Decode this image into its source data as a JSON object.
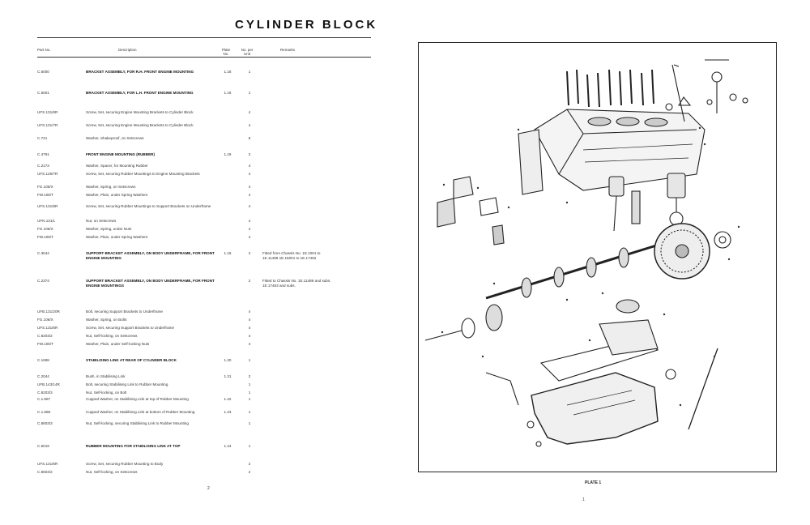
{
  "left_page": {
    "title": "CYLINDER BLOCK",
    "headers": {
      "part_no": "Part No.",
      "description": "Description",
      "plate_no": "Plate No.",
      "no_per_unit": "No. per Unit",
      "remarks": "Remarks"
    },
    "rows": [
      {
        "pn": "C.6000",
        "desc": "BRACKET ASSEMBLY, FOR R.H. FRONT ENGINE MOUNTING",
        "bold": true,
        "pl": "1.18",
        "qty": "1",
        "rem": ""
      },
      {
        "pn": "C.6001",
        "desc": "BRACKET ASSEMBLY, FOR L.H. FRONT ENGINE MOUNTING",
        "bold": true,
        "pl": "1.18",
        "qty": "1",
        "rem": ""
      },
      {
        "pn": "UFS.131/6R",
        "desc": "Screw, Set, securing Engine Mounting Brackets to Cylinder Block",
        "bold": false,
        "pl": "",
        "qty": "4",
        "rem": ""
      },
      {
        "pn": "UFS.131/7R",
        "desc": "Screw, Set, securing Engine Mounting Brackets to Cylinder Block",
        "bold": false,
        "pl": "",
        "qty": "4",
        "rem": ""
      },
      {
        "pn": "C.721",
        "desc": "Washer, Shakeproof, on Setscrews",
        "bold": false,
        "pl": "",
        "qty": "8",
        "rem": ""
      },
      {
        "pn": "C.4791",
        "desc": "FRONT ENGINE MOUNTING (RUBBER)",
        "bold": true,
        "pl": "1.19",
        "qty": "2",
        "rem": ""
      },
      {
        "pn": "C.2173",
        "desc": "Washer, Spacer, for Mounting Rubber",
        "bold": false,
        "pl": "",
        "qty": "4",
        "rem": ""
      },
      {
        "pn": "UFS.126/7R",
        "desc": "Screw, Set, securing Rubber Mountings to Engine Mounting Brackets",
        "bold": false,
        "pl": "",
        "qty": "4",
        "rem": ""
      },
      {
        "pn": "FG.106/X",
        "desc": "Washer, Spring, on Setscrews",
        "bold": false,
        "pl": "",
        "qty": "4",
        "rem": ""
      },
      {
        "pn": "FW.105/T",
        "desc": "Washer, Plain, under Spring Washers",
        "bold": false,
        "pl": "",
        "qty": "4",
        "rem": ""
      },
      {
        "pn": "UFS.131/8R",
        "desc": "Screw, Set, securing Rubber Mountings to Support Brackets on Underframe",
        "bold": false,
        "pl": "",
        "qty": "4",
        "rem": ""
      },
      {
        "pn": "UFN.131/L",
        "desc": "Nut, on Setscrews",
        "bold": false,
        "pl": "",
        "qty": "4",
        "rem": ""
      },
      {
        "pn": "FG.106/X",
        "desc": "Washer, Spring, under Nuts",
        "bold": false,
        "pl": "",
        "qty": "4",
        "rem": ""
      },
      {
        "pn": "FW.105/T",
        "desc": "Washer, Plain, under Spring Washers",
        "bold": false,
        "pl": "",
        "qty": "4",
        "rem": ""
      },
      {
        "pn": "C.3044",
        "desc": "SUPPORT BRACKET ASSEMBLY, ON BODY UNDERFRAME, FOR FRONT ENGINE MOUNTING",
        "bold": true,
        "pl": "1.18",
        "qty": "2",
        "rem": "Fitted from Chassis No. 1E.1001 to 1E.11488 1E.15001 to 1E.17462"
      },
      {
        "pn": "C.2374",
        "desc": "SUPPORT BRACKET ASSEMBLY, ON BODY UNDERFRAME, FOR FRONT ENGINE MOUNTINGS",
        "bold": true,
        "pl": "",
        "qty": "2",
        "rem": "Fitted to Chassis No. 1E.11489 and subs. 1E.17463 and subs."
      },
      {
        "pn": "UFB.131/20R",
        "desc": "Bolt, securing Support Brackets to Underframe",
        "bold": false,
        "pl": "",
        "qty": "4",
        "rem": ""
      },
      {
        "pn": "FG.106/X",
        "desc": "Washer, Spring, on Bolts",
        "bold": false,
        "pl": "",
        "qty": "4",
        "rem": ""
      },
      {
        "pn": "UFS.131/6R",
        "desc": "Screw, Set, securing Support Brackets to Underframe",
        "bold": false,
        "pl": "",
        "qty": "4",
        "rem": ""
      },
      {
        "pn": "C.8203/2",
        "desc": "Nut, Self-locking, on Setscrews",
        "bold": false,
        "pl": "",
        "qty": "4",
        "rem": ""
      },
      {
        "pn": "FW.105/T",
        "desc": "Washer, Plain, under Self-locking Nuts",
        "bold": false,
        "pl": "",
        "qty": "4",
        "rem": ""
      },
      {
        "pn": "C.1698",
        "desc": "STABILISING LINK AT REAR OF CYLINDER BLOCK",
        "bold": true,
        "pl": "1.20",
        "qty": "1",
        "rem": ""
      },
      {
        "pn": "C.2044",
        "desc": "Bush, in Stabilising Link",
        "bold": false,
        "pl": "1.21",
        "qty": "2",
        "rem": ""
      },
      {
        "pn": "UFB.143/14R",
        "desc": "Bolt, securing Stabilising Link to Rubber Mounting",
        "bold": false,
        "pl": "",
        "qty": "1",
        "rem": ""
      },
      {
        "pn": "C.8203/3",
        "desc": "Nut, Self-locking, on Bolt",
        "bold": false,
        "pl": "",
        "qty": "1",
        "rem": ""
      },
      {
        "pn": "C.1.687",
        "desc": "Cupped Washer, on Stabilising Link at top of Rubber Mounting",
        "bold": false,
        "pl": "1.22",
        "qty": "1",
        "rem": ""
      },
      {
        "pn": "C.1.688",
        "desc": "Cupped Washer, on Stabilising Link at bottom of Rubber Mounting",
        "bold": false,
        "pl": "1.23",
        "qty": "1",
        "rem": ""
      },
      {
        "pn": "C.8603/3",
        "desc": "Nut, Self-locking, securing Stabilising Link to Rubber Mounting",
        "bold": false,
        "pl": "",
        "qty": "1",
        "rem": ""
      },
      {
        "pn": "C.6019",
        "desc": "RUBBER MOUNTING FOR STABILISING LINK AT TOP",
        "bold": true,
        "pl": "1.24",
        "qty": "1",
        "rem": ""
      },
      {
        "pn": "UFS.131/6R",
        "desc": "Screw, Set, securing Rubber Mounting to Body",
        "bold": false,
        "pl": "",
        "qty": "2",
        "rem": ""
      },
      {
        "pn": "C.8603/2",
        "desc": "Nut, Self-locking, on Setscrews",
        "bold": false,
        "pl": "",
        "qty": "2",
        "rem": ""
      }
    ],
    "page_number": "2"
  },
  "right_page": {
    "plate_caption": "PLATE 1",
    "page_number": "1"
  }
}
